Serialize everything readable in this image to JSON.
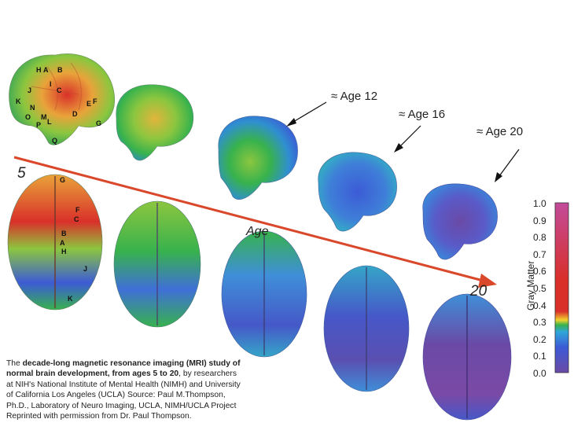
{
  "labels": {
    "age12": "≈ Age 12",
    "age16": "≈ Age 16",
    "age20": "≈ Age 20",
    "start": "5",
    "end": "20",
    "axis": "Age"
  },
  "colorbar": {
    "title": "Gray Matter",
    "ticks": [
      "1.0",
      "0.9",
      "0.8",
      "0.7",
      "0.6",
      "0.5",
      "0.4",
      "0.3",
      "0.2",
      "0.1",
      "0.0"
    ]
  },
  "brain_letters": [
    "H",
    "A",
    "B",
    "I",
    "C",
    "D",
    "E",
    "F",
    "G",
    "J",
    "K",
    "N",
    "O",
    "M",
    "P",
    "L",
    "Q"
  ],
  "caption": {
    "part1": "The ",
    "bold1": "decade-long magnetic resonance imaging (MRI) study of normal brain development, from ages 5 to 20",
    "part2": ", by researchers at NIH's National Institute of Mental Health (NIMH) and University of California Los Angeles (UCLA)  Source: Paul M.Thompson, Ph.D., Laboratory of Neuro Imaging, UCLA, NIMH/UCLA  Project Reprinted with permission from Dr. Paul Thompson."
  },
  "colors": {
    "arrow": "#d9482b",
    "high_gm": "#d9302a",
    "mid_gm": "#37b24d",
    "low_gm": "#3c5bd6",
    "lowest_gm": "#6a4aa6"
  }
}
